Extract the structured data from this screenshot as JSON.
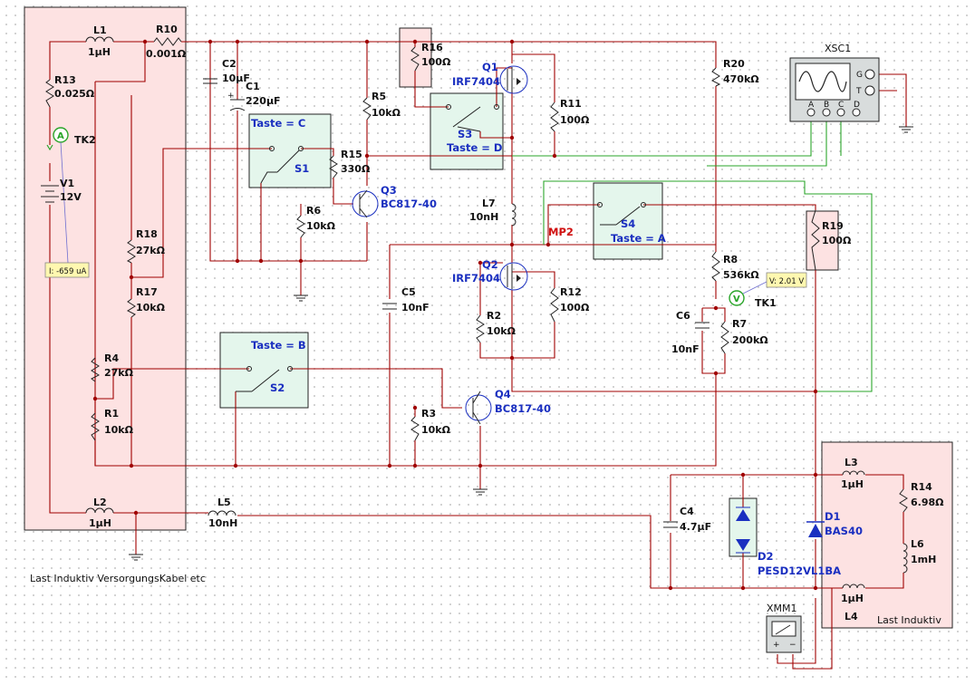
{
  "regions": {
    "supply_note": "Last Induktiv VersorgungsKabel etc",
    "load_note": "Last Induktiv"
  },
  "components": {
    "L1": {
      "ref": "L1",
      "value": "1µH"
    },
    "R10": {
      "ref": "R10",
      "value": "0.001Ω"
    },
    "R13": {
      "ref": "R13",
      "value": "0.025Ω"
    },
    "V1": {
      "ref": "V1",
      "value": "12V"
    },
    "TK2": {
      "ref": "TK2"
    },
    "R18": {
      "ref": "R18",
      "value": "27kΩ"
    },
    "R17": {
      "ref": "R17",
      "value": "10kΩ"
    },
    "R4": {
      "ref": "R4",
      "value": "27kΩ"
    },
    "R1": {
      "ref": "R1",
      "value": "10kΩ"
    },
    "L2": {
      "ref": "L2",
      "value": "1µH"
    },
    "L5": {
      "ref": "L5",
      "value": "10nH"
    },
    "C2": {
      "ref": "C2",
      "value": "10µF"
    },
    "C1": {
      "ref": "C1",
      "value": "220µF"
    },
    "S1": {
      "ref": "S1",
      "key": "Taste = C"
    },
    "R15": {
      "ref": "R15",
      "value": "330Ω"
    },
    "R6": {
      "ref": "R6",
      "value": "10kΩ"
    },
    "R5": {
      "ref": "R5",
      "value": "10kΩ"
    },
    "Q3": {
      "ref": "Q3",
      "value": "BC817-40"
    },
    "R16": {
      "ref": "R16",
      "value": "100Ω"
    },
    "Q1": {
      "ref": "Q1",
      "value": "IRF7404"
    },
    "R11": {
      "ref": "R11",
      "value": "100Ω"
    },
    "S3": {
      "ref": "S3",
      "key": "Taste = D"
    },
    "L7": {
      "ref": "L7",
      "value": "10nH"
    },
    "MP2": {
      "ref": "MP2"
    },
    "S4": {
      "ref": "S4",
      "key": "Taste = A"
    },
    "Q2": {
      "ref": "Q2",
      "value": "IRF7404"
    },
    "R12": {
      "ref": "R12",
      "value": "100Ω"
    },
    "R2": {
      "ref": "R2",
      "value": "10kΩ"
    },
    "C5": {
      "ref": "C5",
      "value": "10nF"
    },
    "S2": {
      "ref": "S2",
      "key": "Taste = B"
    },
    "Q4": {
      "ref": "Q4",
      "value": "BC817-40"
    },
    "R3": {
      "ref": "R3",
      "value": "10kΩ"
    },
    "R20": {
      "ref": "R20",
      "value": "470kΩ"
    },
    "R8": {
      "ref": "R8",
      "value": "536kΩ"
    },
    "TK1": {
      "ref": "TK1"
    },
    "C6": {
      "ref": "C6",
      "value": "10nF"
    },
    "R7": {
      "ref": "R7",
      "value": "200kΩ"
    },
    "R19": {
      "ref": "R19",
      "value": "100Ω"
    },
    "XSC1": {
      "ref": "XSC1",
      "pins": [
        "G",
        "T",
        "A",
        "B",
        "C",
        "D"
      ]
    },
    "C4": {
      "ref": "C4",
      "value": "4.7µF"
    },
    "D2": {
      "ref": "D2",
      "value": "PESD12VL1BA"
    },
    "D1": {
      "ref": "D1",
      "value": "BAS40"
    },
    "L3": {
      "ref": "L3",
      "value": "1µH"
    },
    "R14": {
      "ref": "R14",
      "value": "6.98Ω"
    },
    "L6": {
      "ref": "L6",
      "value": "1mH"
    },
    "L4": {
      "ref": "L4",
      "value": "1µH"
    },
    "XMM1": {
      "ref": "XMM1"
    }
  },
  "probes": {
    "TK2_reading": "I: -659 uA",
    "TK1_reading": "V: 2.01 V",
    "ammeter_symbol": "A",
    "voltmeter_symbol": "V"
  },
  "colors": {
    "wire": "#a00000",
    "scope_wire": "#2aa52a",
    "component_label": "#1a2fc0",
    "net_label": "#d01010",
    "region_fill": "#fde2e2"
  }
}
